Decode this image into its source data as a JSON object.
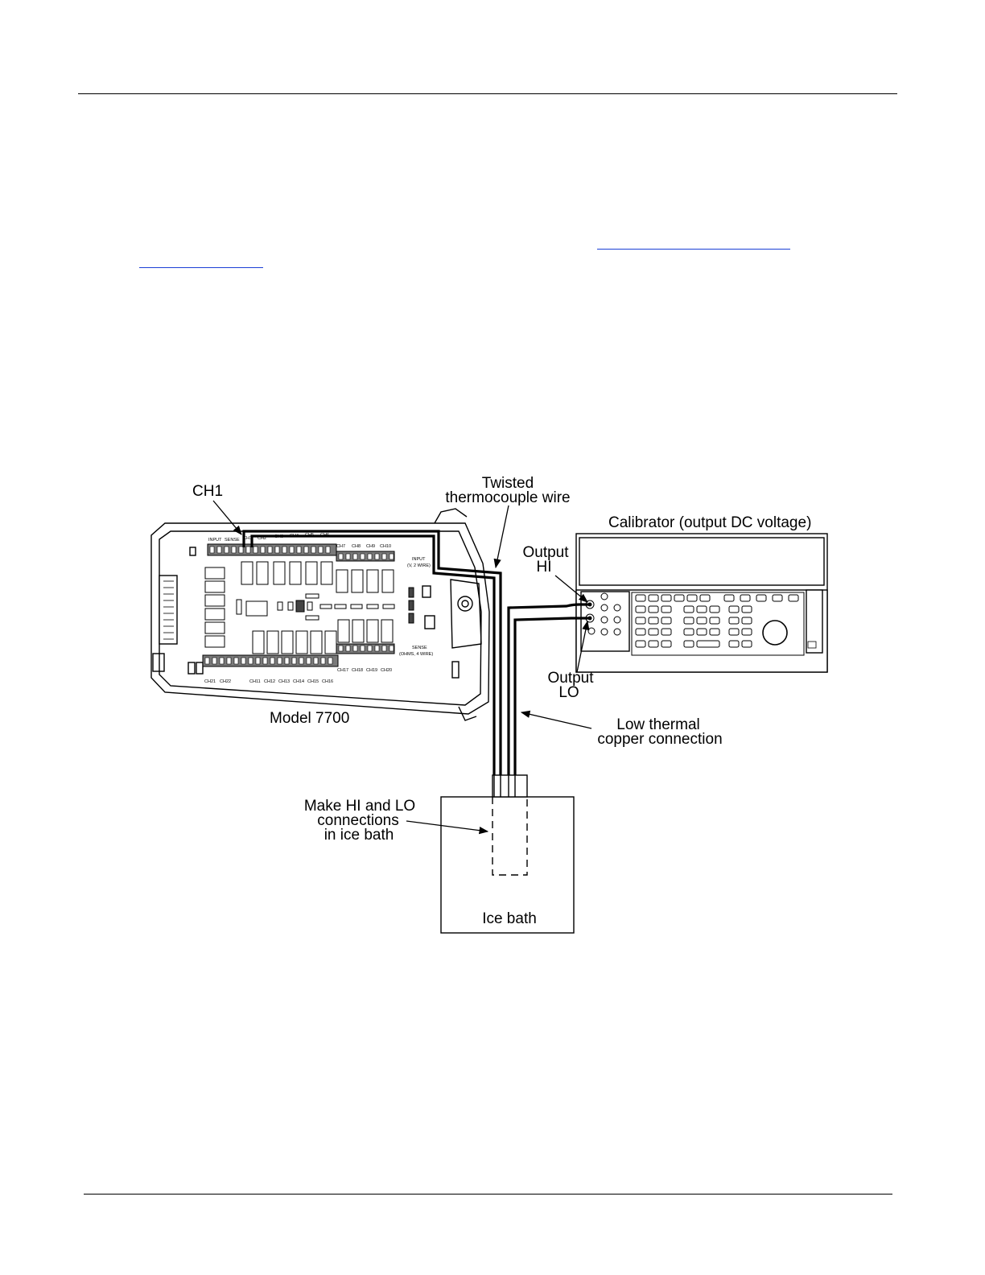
{
  "diagram": {
    "labels": {
      "ch1": "CH1",
      "twisted_line1": "Twisted",
      "twisted_line2": "thermocouple wire",
      "calibrator": "Calibrator (output DC voltage)",
      "output_hi_line1": "Output",
      "output_hi_line2": "HI",
      "output_lo_line1": "Output",
      "output_lo_line2": "LO",
      "model": "Model 7700",
      "low_thermal_line1": "Low thermal",
      "low_thermal_line2": "copper connection",
      "make_line1": "Make HI and LO",
      "make_line2": "connections",
      "make_line3": "in ice bath",
      "ice_bath": "Ice bath"
    },
    "board_text": {
      "input": "INPUT",
      "sense": "SENSE",
      "input_block_1": "INPUT",
      "input_block_2": "(V, 2 WIRE)",
      "sense_block_1": "SENSE",
      "sense_block_2": "(OHMS, 4 WIRE)",
      "top_channels": [
        "CH1",
        "CH2",
        "CH3",
        "CH4",
        "CH5",
        "CH6",
        "CH7",
        "CH8",
        "CH9",
        "CH10"
      ],
      "bottom_channels": [
        "CH21",
        "CH22",
        "CH11",
        "CH12",
        "CH13",
        "CH14",
        "CH15",
        "CH16",
        "CH17",
        "CH18",
        "CH19",
        "CH20"
      ]
    }
  }
}
